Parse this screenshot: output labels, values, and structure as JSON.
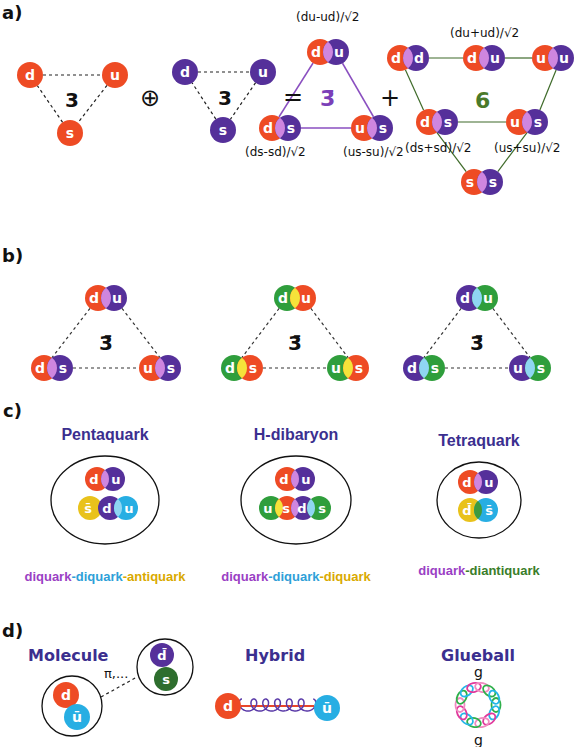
{
  "diagram": {
    "nodes": [
      {
        "text": [
          "d"
        ]
      },
      {
        "text": [
          "u"
        ]
      },
      {
        "text": [
          "s"
        ]
      },
      {
        "text": [
          "d"
        ]
      },
      {
        "text": [
          "u"
        ]
      },
      {
        "text": [
          "s"
        ]
      },
      {
        "text": [
          "d"
        ]
      },
      {
        "text": [
          "u"
        ]
      },
      {
        "text": [
          "d"
        ]
      },
      {
        "text": [
          "s"
        ]
      },
      {
        "text": [
          "u"
        ]
      },
      {
        "text": [
          "s"
        ]
      },
      {
        "text": [
          "d"
        ]
      },
      {
        "text": [
          "d"
        ]
      },
      {
        "text": [
          "d"
        ]
      },
      {
        "text": [
          "u"
        ]
      },
      {
        "text": [
          "u"
        ]
      },
      {
        "text": [
          "u"
        ]
      },
      {
        "text": [
          "d"
        ]
      },
      {
        "text": [
          "s"
        ]
      },
      {
        "text": [
          "u"
        ]
      },
      {
        "text": [
          "s"
        ]
      },
      {
        "text": [
          "s"
        ]
      },
      {
        "text": [
          "s"
        ]
      },
      {
        "text": [
          "d"
        ]
      },
      {
        "text": [
          "u"
        ]
      },
      {
        "text": [
          "d"
        ]
      },
      {
        "text": [
          "s"
        ]
      },
      {
        "text": [
          "u"
        ]
      },
      {
        "text": [
          "s"
        ]
      },
      {
        "text": [
          "d"
        ]
      },
      {
        "text": [
          "u"
        ]
      },
      {
        "text": [
          "d"
        ]
      },
      {
        "text": [
          "s"
        ]
      },
      {
        "text": [
          "u"
        ]
      },
      {
        "text": [
          "s"
        ]
      },
      {
        "text": [
          "d"
        ]
      },
      {
        "text": [
          "u"
        ]
      },
      {
        "text": [
          "d"
        ]
      },
      {
        "text": [
          "s"
        ]
      },
      {
        "text": [
          "u"
        ]
      },
      {
        "text": [
          "s"
        ]
      },
      {
        "text": [
          "Pentaquark",
          "diquark",
          "-diquark",
          "-antiquark"
        ]
      },
      {
        "text": [
          "d"
        ],
        "in": 42
      },
      {
        "text": [
          "u"
        ],
        "in": 42
      },
      {
        "text": [
          "s̄"
        ],
        "in": 42
      },
      {
        "text": [
          "d"
        ],
        "in": 42
      },
      {
        "text": [
          "u"
        ],
        "in": 42
      },
      {
        "text": [
          "H-dibaryon",
          "diquark",
          "-diquark",
          "-diquark"
        ]
      },
      {
        "text": [
          "d"
        ],
        "in": 48
      },
      {
        "text": [
          "u"
        ],
        "in": 48
      },
      {
        "text": [
          "u"
        ],
        "in": 48
      },
      {
        "text": [
          "s"
        ],
        "in": 48
      },
      {
        "text": [
          "d"
        ],
        "in": 48
      },
      {
        "text": [
          "s"
        ],
        "in": 48
      },
      {
        "text": [
          "Tetraquark",
          "diquark",
          "-diantiquark"
        ]
      },
      {
        "text": [
          "d"
        ],
        "in": 55
      },
      {
        "text": [
          "u"
        ],
        "in": 55
      },
      {
        "text": [
          "d̄"
        ],
        "in": 55
      },
      {
        "text": [
          "s̄"
        ],
        "in": 55
      },
      {
        "text": [
          "d"
        ]
      },
      {
        "text": [
          "ū"
        ]
      },
      {
        "text": [
          "d̄"
        ]
      },
      {
        "text": [
          "s"
        ]
      },
      {
        "text": [
          "d"
        ]
      },
      {
        "text": [
          "ū"
        ]
      }
    ],
    "edges": [
      {
        "from": 0,
        "to": 1,
        "arrow": "none"
      },
      {
        "from": 1,
        "to": 2,
        "arrow": "none"
      },
      {
        "from": 2,
        "to": 0,
        "arrow": "none"
      },
      {
        "from": 3,
        "to": 4,
        "arrow": "none"
      },
      {
        "from": 4,
        "to": 5,
        "arrow": "none"
      },
      {
        "from": 5,
        "to": 3,
        "arrow": "none"
      },
      {
        "from": 6,
        "to": 8,
        "arrow": "none"
      },
      {
        "from": 9,
        "to": 10,
        "arrow": "none"
      },
      {
        "from": 7,
        "to": 11,
        "arrow": "none"
      },
      {
        "from": 13,
        "to": 14,
        "arrow": "none"
      },
      {
        "from": 15,
        "to": 16,
        "arrow": "none"
      },
      {
        "from": 12,
        "to": 18,
        "arrow": "none"
      },
      {
        "from": 17,
        "to": 21,
        "arrow": "none"
      },
      {
        "from": 19,
        "to": 20,
        "arrow": "none"
      },
      {
        "from": 18,
        "to": 22,
        "arrow": "none"
      },
      {
        "from": 21,
        "to": 23,
        "arrow": "none"
      },
      {
        "from": 24,
        "to": 26,
        "arrow": "none"
      },
      {
        "from": 27,
        "to": 28,
        "arrow": "none"
      },
      {
        "from": 25,
        "to": 29,
        "arrow": "none"
      },
      {
        "from": 30,
        "to": 32,
        "arrow": "none"
      },
      {
        "from": 33,
        "to": 34,
        "arrow": "none"
      },
      {
        "from": 31,
        "to": 35,
        "arrow": "none"
      },
      {
        "from": 36,
        "to": 38,
        "arrow": "none"
      },
      {
        "from": 39,
        "to": 40,
        "arrow": "none"
      },
      {
        "from": 37,
        "to": 41,
        "arrow": "none"
      }
    ],
    "labels": [
      "a)",
      "(du-ud)/√2",
      "(du+ud)/√2",
      "3",
      "⊕",
      "3",
      "=",
      "3̄",
      "+",
      "6",
      "(ds-sd)/√2",
      "(us-su)/√2",
      "(ds+sd)/√2",
      "(us+su)/√2",
      "b)",
      "3̄",
      "3̄",
      "3̄",
      "c)",
      "d)",
      "Molecule",
      "Hybrid",
      "Glueball",
      "g",
      "π,...",
      "g"
    ]
  }
}
